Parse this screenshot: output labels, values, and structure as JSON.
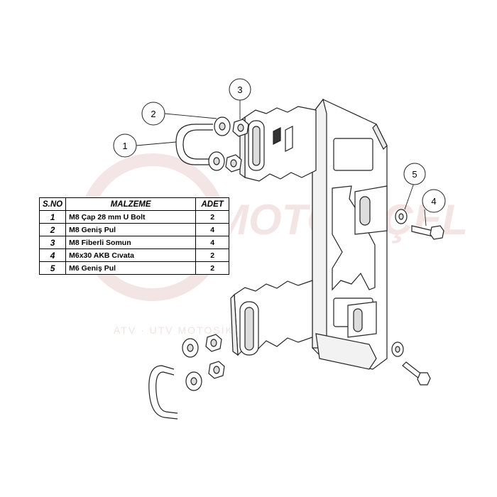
{
  "watermark": {
    "brand": "MOTO ÜÇEL",
    "tagline": "ATV · UTV MOTOSİKLET AKSESUARLARI",
    "color": "#f3e3e3"
  },
  "callouts": [
    "1",
    "2",
    "3",
    "4",
    "5"
  ],
  "parts_table": {
    "headers": [
      "S.NO",
      "MALZEME",
      "ADET"
    ],
    "rows": [
      {
        "no": "1",
        "name": "M8 Çap 28 mm U Bolt",
        "qty": "2"
      },
      {
        "no": "2",
        "name": "M8 Geniş Pul",
        "qty": "4"
      },
      {
        "no": "3",
        "name": "M8 Fiberli Somun",
        "qty": "4"
      },
      {
        "no": "4",
        "name": "M6x30 AKB Cıvata",
        "qty": "2"
      },
      {
        "no": "5",
        "name": "M6 Geniş Pul",
        "qty": "2"
      }
    ]
  }
}
